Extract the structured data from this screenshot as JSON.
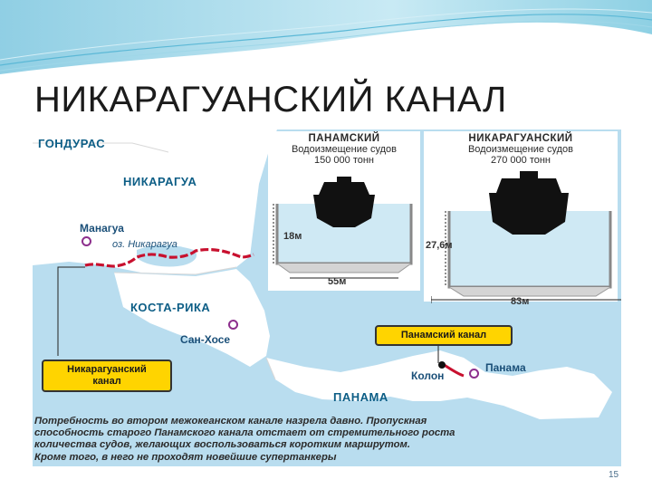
{
  "slide": {
    "title": "НИКАРАГУАНСКИЙ КАНАЛ",
    "page_number": "15"
  },
  "map": {
    "countries": {
      "honduras": "ГОНДУРАС",
      "nicaragua": "НИКАРАГУА",
      "costa_rica": "КОСТА-РИКА",
      "panama": "ПАНАМА"
    },
    "cities": {
      "managua": "Манагуа",
      "lake_nicaragua": "оз. Никарагуа",
      "san_jose": "Сан-Хосе",
      "colon": "Колон",
      "panama": "Панама"
    },
    "callouts": {
      "nicaraguan_canal_line1": "Никарагуанский",
      "nicaraguan_canal_line2": "канал",
      "panama_canal": "Панамский канал"
    }
  },
  "comparison": {
    "panama": {
      "name": "ПАНАМСКИЙ",
      "line1": "Водоизмещение судов",
      "line2": "150 000 тонн",
      "depth": "18м",
      "width": "55м"
    },
    "nicaragua": {
      "name": "НИКАРАГУАНСКИЙ",
      "line1": "Водоизмещение судов",
      "line2": "270 000 тонн",
      "depth": "27,6м",
      "width": "83м"
    }
  },
  "caption": {
    "line1": "Потребность во втором межокеанском канале назрела давно.  Пропускная",
    "line2": "способность старого Панамского канала отстает от  стремительного роста",
    "line3": "количества судов, желающих воспользоваться коротким маршрутом.",
    "line4": "Кроме того, в него не проходят новейшие супертанкеры"
  },
  "colors": {
    "sea": "#b9ddef",
    "land": "#ffffff",
    "route": "#c8102e",
    "callout": "#ffd400",
    "title": "#1b1b1b",
    "wave": "#5bb8d6"
  }
}
